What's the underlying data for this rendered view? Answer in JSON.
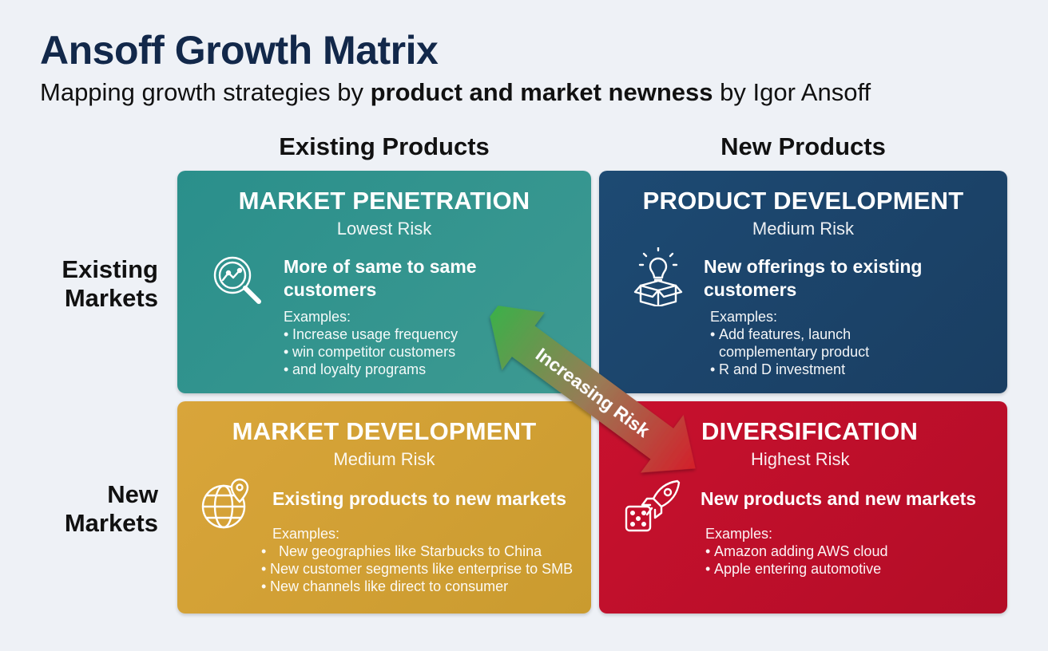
{
  "header": {
    "title": "Ansoff Growth Matrix",
    "subtitle_pre": "Mapping growth strategies by ",
    "subtitle_bold": "product and market newness",
    "subtitle_post": " by Igor Ansoff"
  },
  "columns": [
    "Existing Products",
    "New Products"
  ],
  "rows": [
    {
      "line1": "Existing",
      "line2": "Markets"
    },
    {
      "line1": "New",
      "line2": "Markets"
    }
  ],
  "quadrants": {
    "market_penetration": {
      "title": "MARKET PENETRATION",
      "risk": "Lowest Risk",
      "heading": "More of same to same customers",
      "examples_label": "Examples:",
      "examples": [
        "Increase usage frequency",
        "win competitor customers",
        "and loyalty programs"
      ],
      "icon": "magnifier-chart-icon",
      "color": "#2f938e"
    },
    "product_development": {
      "title": "PRODUCT DEVELOPMENT",
      "risk": "Medium Risk",
      "heading": "New offerings to existing customers",
      "examples_label": "Examples:",
      "examples": [
        "Add features, launch complementary product",
        "R and D investment"
      ],
      "icon": "lightbulb-box-icon",
      "color": "#1c446b"
    },
    "market_development": {
      "title": "MARKET DEVELOPMENT",
      "risk": "Medium Risk",
      "heading": "Existing products to new markets",
      "examples_label": "Examples:",
      "examples": [
        "New geographies like Starbucks to China",
        "New customer segments like enterprise to SMB",
        "New channels like direct to consumer"
      ],
      "icon": "globe-pin-icon",
      "color": "#d4a236"
    },
    "diversification": {
      "title": "DIVERSIFICATION",
      "risk": "Highest Risk",
      "heading": "New products and new markets",
      "examples_label": "Examples:",
      "examples": [
        "Amazon adding AWS cloud",
        "Apple entering automotive"
      ],
      "icon": "rocket-dice-icon",
      "color": "#bf0f2b"
    }
  },
  "arrow": {
    "label": "Increasing Risk",
    "color_start": "#3fae4a",
    "color_end": "#d3202a"
  }
}
